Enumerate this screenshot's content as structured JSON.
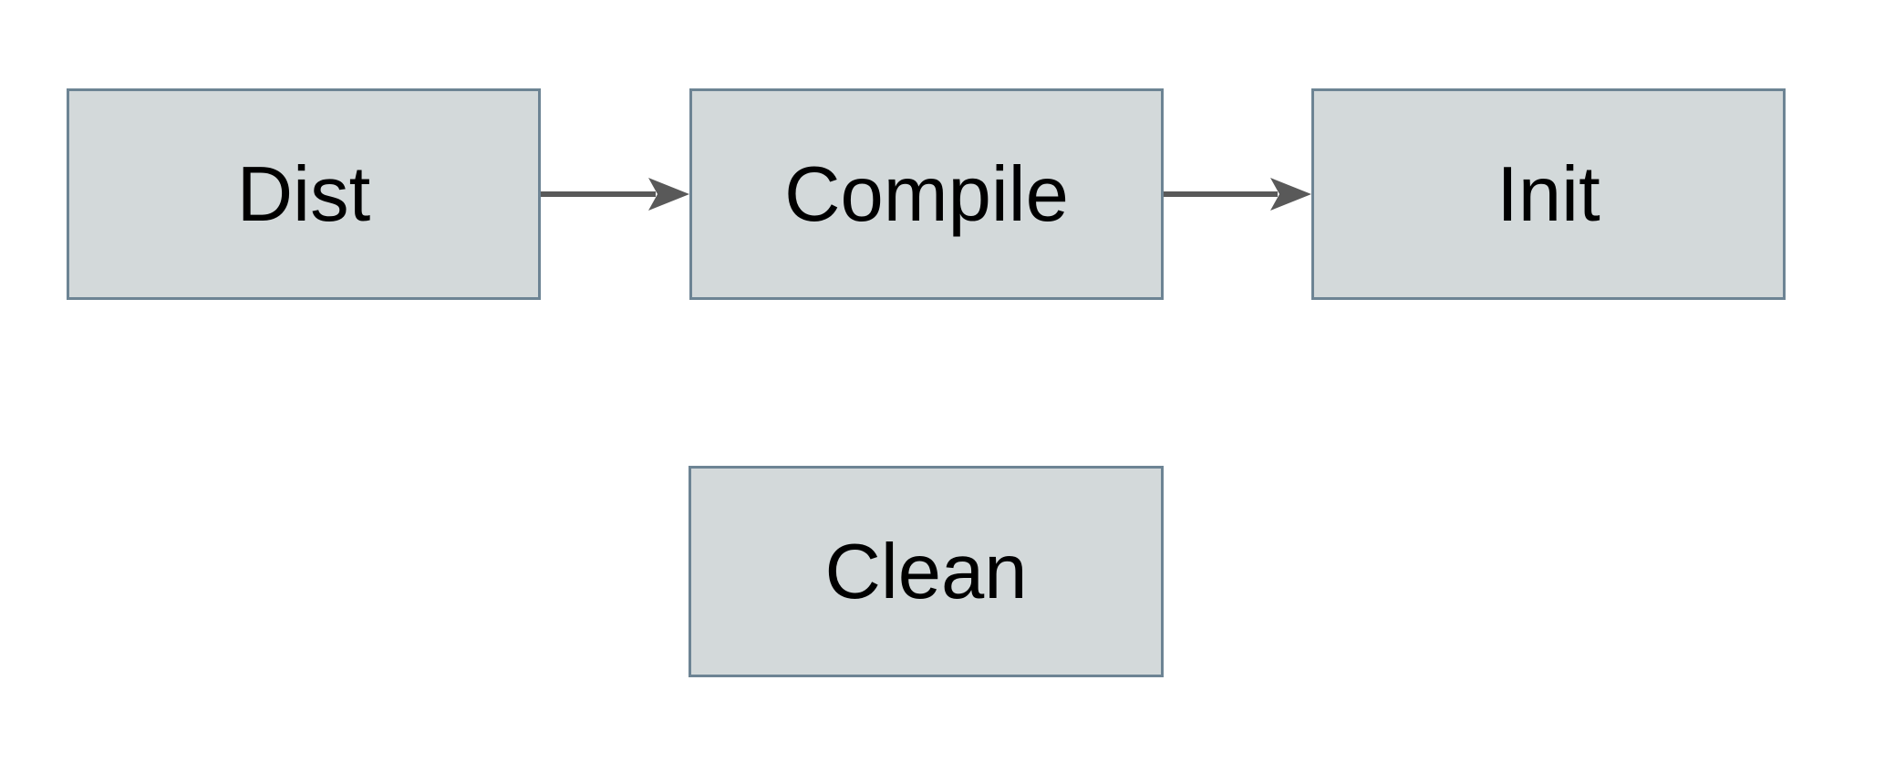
{
  "diagram": {
    "colors": {
      "background": "#ffffff",
      "node_fill": "#d3d9da",
      "node_border": "#6d8494",
      "arrow": "#595959",
      "label_text": "#000000"
    },
    "nodes": [
      {
        "id": "dist",
        "label": "Dist"
      },
      {
        "id": "compile",
        "label": "Compile"
      },
      {
        "id": "init",
        "label": "Init"
      },
      {
        "id": "clean",
        "label": "Clean"
      }
    ],
    "edges": [
      {
        "from": "Dist",
        "to": "Compile",
        "direction": "right"
      },
      {
        "from": "Compile",
        "to": "Init",
        "direction": "right"
      }
    ]
  }
}
